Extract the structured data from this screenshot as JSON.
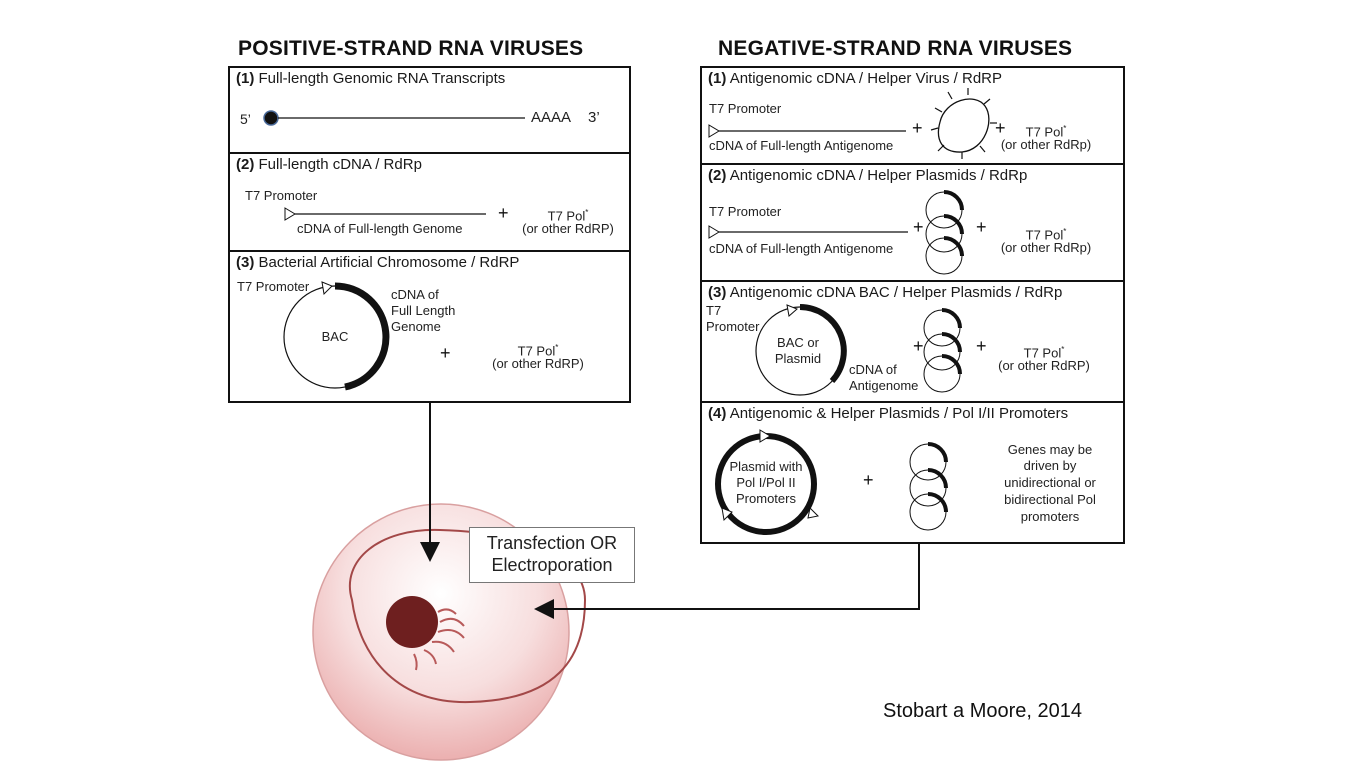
{
  "headings": {
    "positive": "POSITIVE-STRAND RNA VIRUSES",
    "negative": "NEGATIVE-STRAND RNA VIRUSES"
  },
  "positive_boxes": [
    {
      "num": "(1)",
      "title": "Full-length Genomic RNA Transcripts",
      "five_prime": "5’",
      "polyA": "AAAA",
      "three_prime": "3’"
    },
    {
      "num": "(2)",
      "title": "Full-length cDNA / RdRp",
      "promoter": "T7 Promoter",
      "cdna": "cDNA of Full-length Genome",
      "plus": "+",
      "pol": "T7 Pol",
      "pol_sup": "*",
      "pol_alt": "(or other RdRP)"
    },
    {
      "num": "(3)",
      "title": "Bacterial Artificial Chromosome / RdRP",
      "promoter": "T7 Promoter",
      "bac": "BAC",
      "cdna_lines": [
        "cDNA of",
        "Full Length",
        "Genome"
      ],
      "plus": "+",
      "pol": "T7 Pol",
      "pol_sup": "*",
      "pol_alt": "(or other RdRP)"
    }
  ],
  "negative_boxes": [
    {
      "num": "(1)",
      "title": "Antigenomic cDNA / Helper Virus / RdRP",
      "promoter": "T7 Promoter",
      "cdna": "cDNA of Full-length Antigenome",
      "plus1": "+",
      "plus2": "+",
      "pol": "T7 Pol",
      "pol_sup": "*",
      "pol_alt": "(or other RdRp)"
    },
    {
      "num": "(2)",
      "title": "Antigenomic cDNA / Helper Plasmids / RdRp",
      "promoter": "T7 Promoter",
      "cdna": "cDNA of Full-length Antigenome",
      "plus1": "+",
      "plus2": "+",
      "pol": "T7 Pol",
      "pol_sup": "*",
      "pol_alt": "(or other RdRp)"
    },
    {
      "num": "(3)",
      "title": "Antigenomic cDNA BAC / Helper Plasmids / RdRp",
      "promoter_lines": [
        "T7",
        "Promoter"
      ],
      "plasmid_lines": [
        "BAC or",
        "Plasmid"
      ],
      "cdna_lines": [
        "cDNA of",
        "Antigenome"
      ],
      "plus1": "+",
      "plus2": "+",
      "pol": "T7 Pol",
      "pol_sup": "*",
      "pol_alt": "(or other RdRP)"
    },
    {
      "num": "(4)",
      "title": "Antigenomic & Helper Plasmids / Pol I/II Promoters",
      "plasmid_lines": [
        "Plasmid with",
        "Pol I/Pol II",
        "Promoters"
      ],
      "plus": "+",
      "note_lines": [
        "Genes may be",
        "driven by",
        "unidirectional or",
        "bidirectional Pol",
        "promoters"
      ]
    }
  ],
  "callout": {
    "line1": "Transfection OR",
    "line2": "Electroporation"
  },
  "credit": "Stobart a Moore, 2014",
  "colors": {
    "cell_fill": "#f6d8d8",
    "cell_edge": "#b86a6a",
    "nucleus": "#6e1f1f",
    "ink": "#111111"
  }
}
